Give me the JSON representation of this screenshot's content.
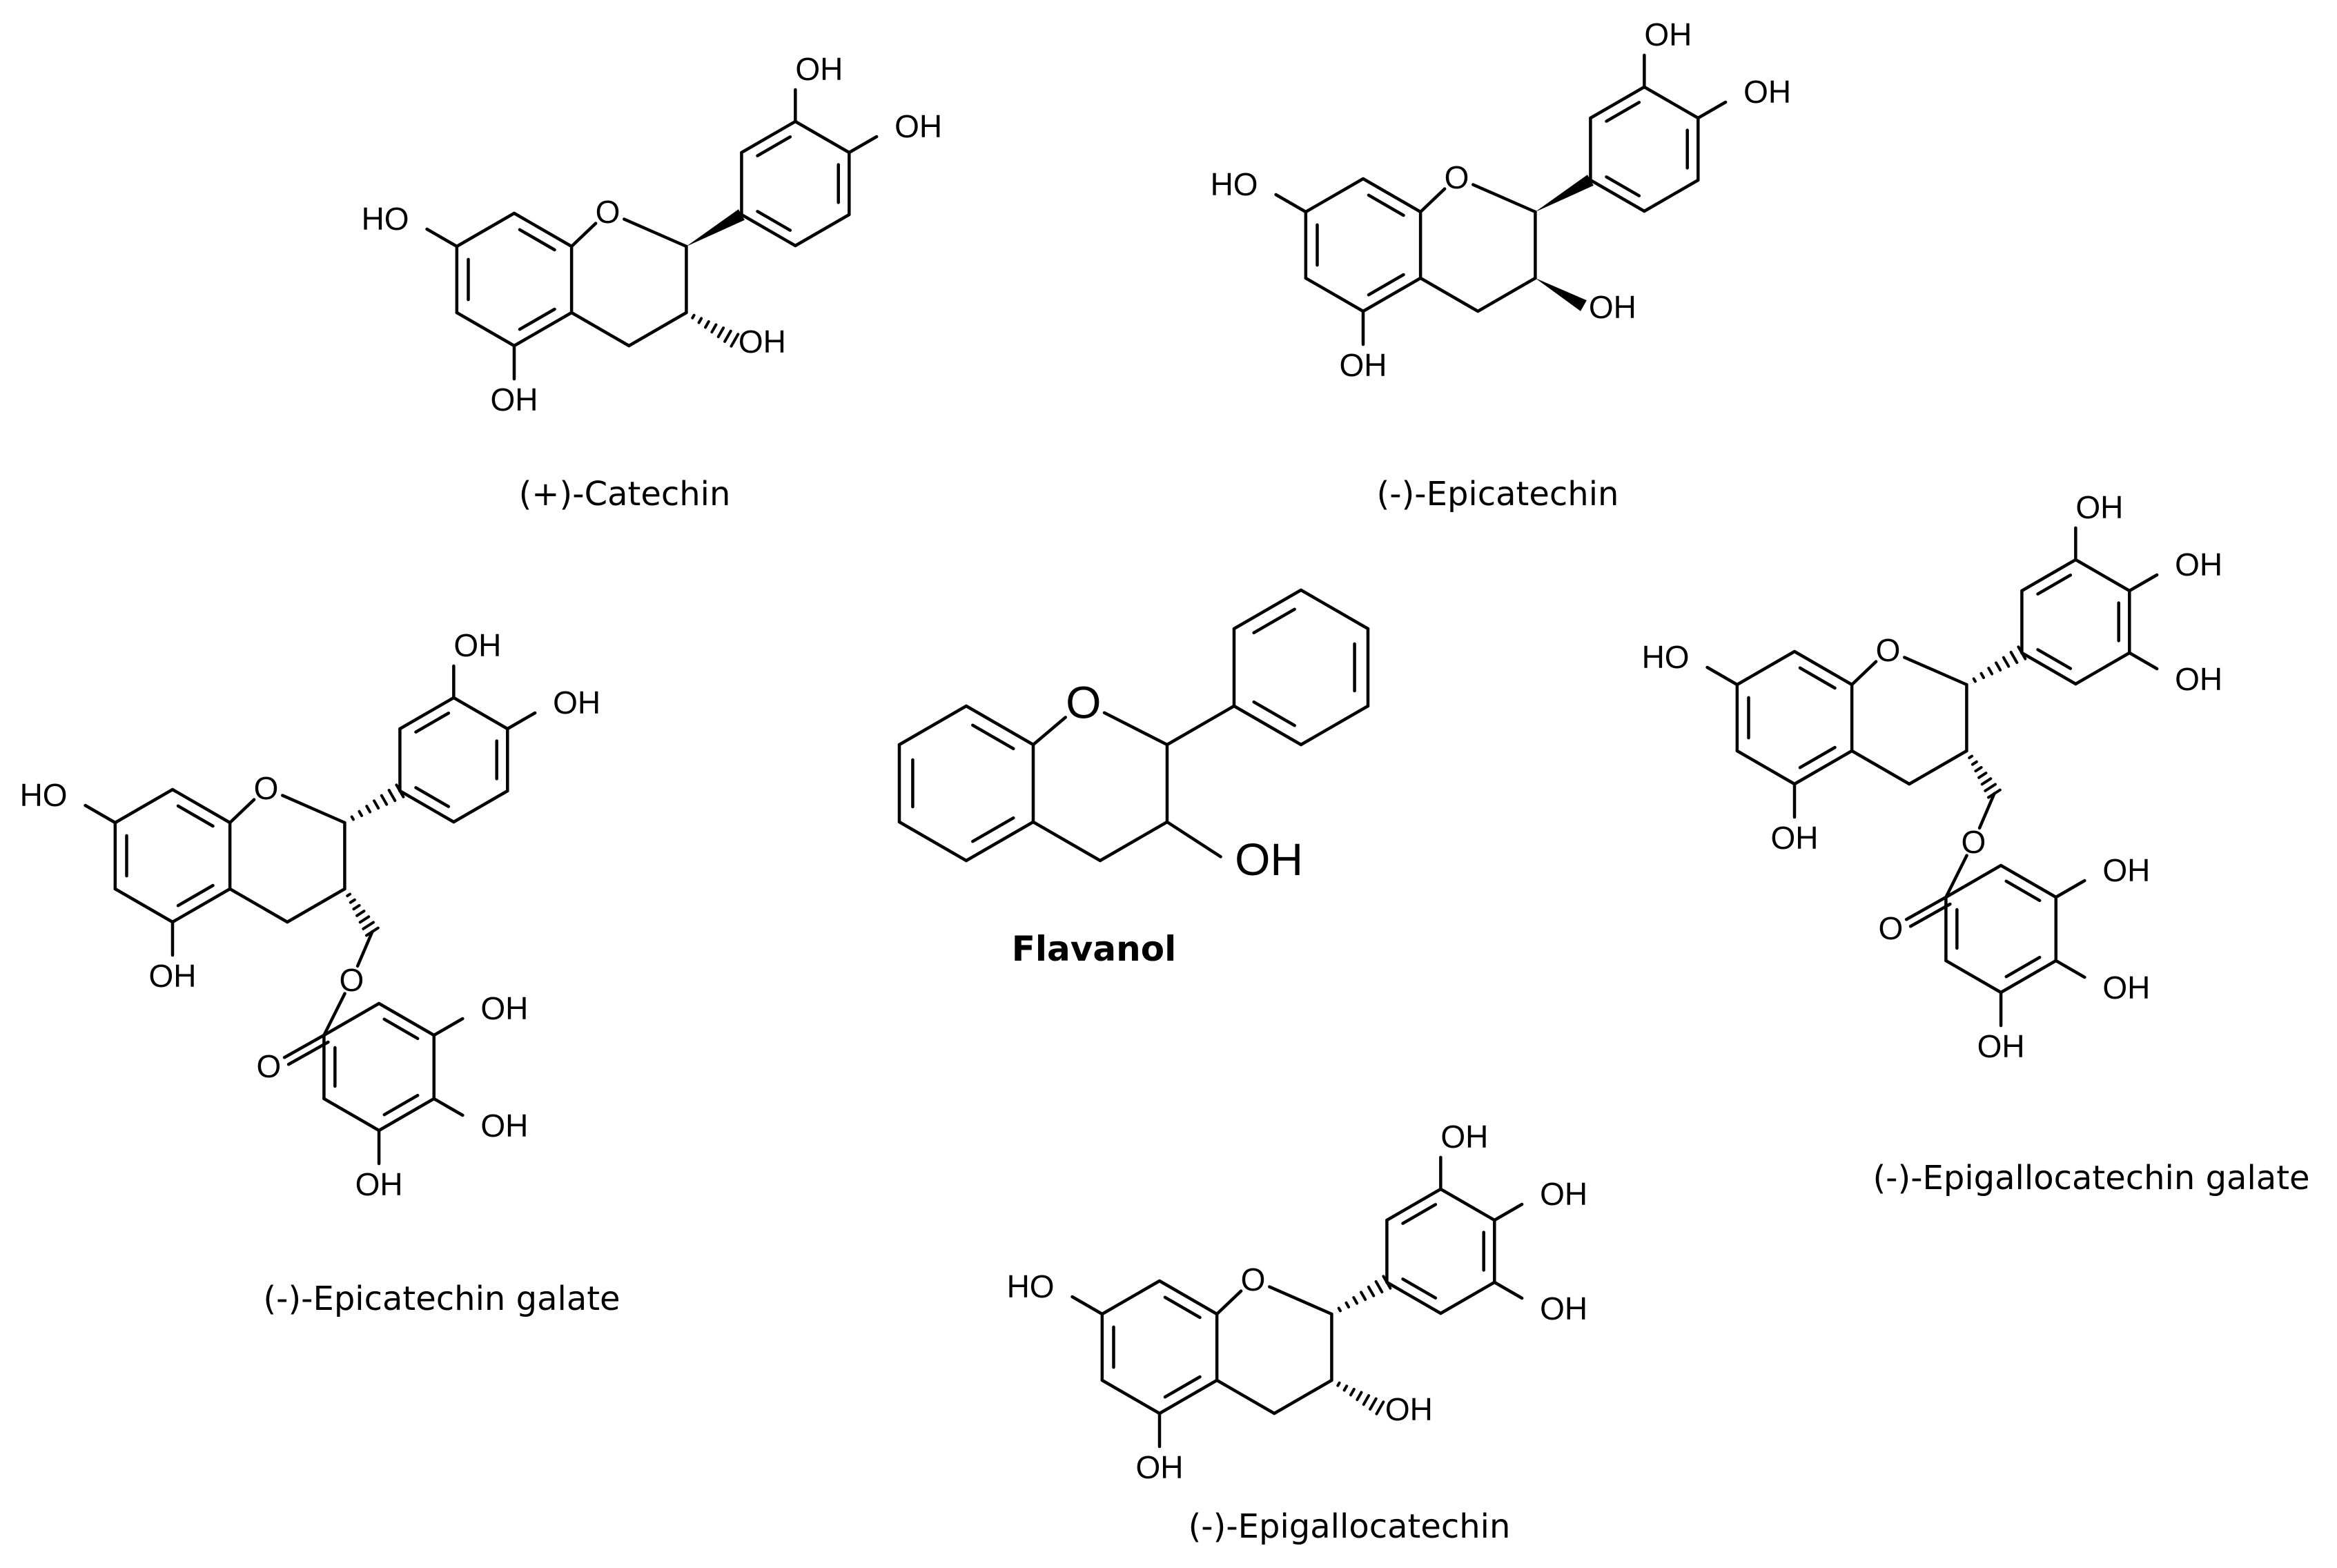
{
  "atoms": {
    "hydroxyl": "OH",
    "hydroxyl_left": "HO",
    "oxygen": "O"
  },
  "molecules": [
    {
      "id": "catechin",
      "caption": "(+)-Catechin",
      "caption_bold": false
    },
    {
      "id": "epicatechin",
      "caption": "(-)-Epicatechin",
      "caption_bold": false
    },
    {
      "id": "epicatechin-galate",
      "caption": "(-)-Epicatechin  galate",
      "caption_bold": false
    },
    {
      "id": "flavanol",
      "caption": "Flavanol",
      "caption_bold": true
    },
    {
      "id": "epigallocatechin-galate",
      "caption": "(-)-Epigallocatechin  galate",
      "caption_bold": false
    },
    {
      "id": "epigallocatechin",
      "caption": "(-)-Epigallocatechin",
      "caption_bold": false
    }
  ]
}
